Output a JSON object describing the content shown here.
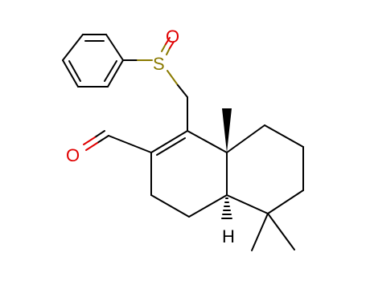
{
  "colors": {
    "bond": "#000000",
    "oxygen": "#e00000",
    "sulfur": "#8a7a00",
    "hydrogen": "#000000"
  },
  "labels": {
    "sulfinyl_oxygen": "O",
    "sulfur": "S",
    "aldehyde_oxygen": "O",
    "ring_junction_hydrogen": "H"
  }
}
